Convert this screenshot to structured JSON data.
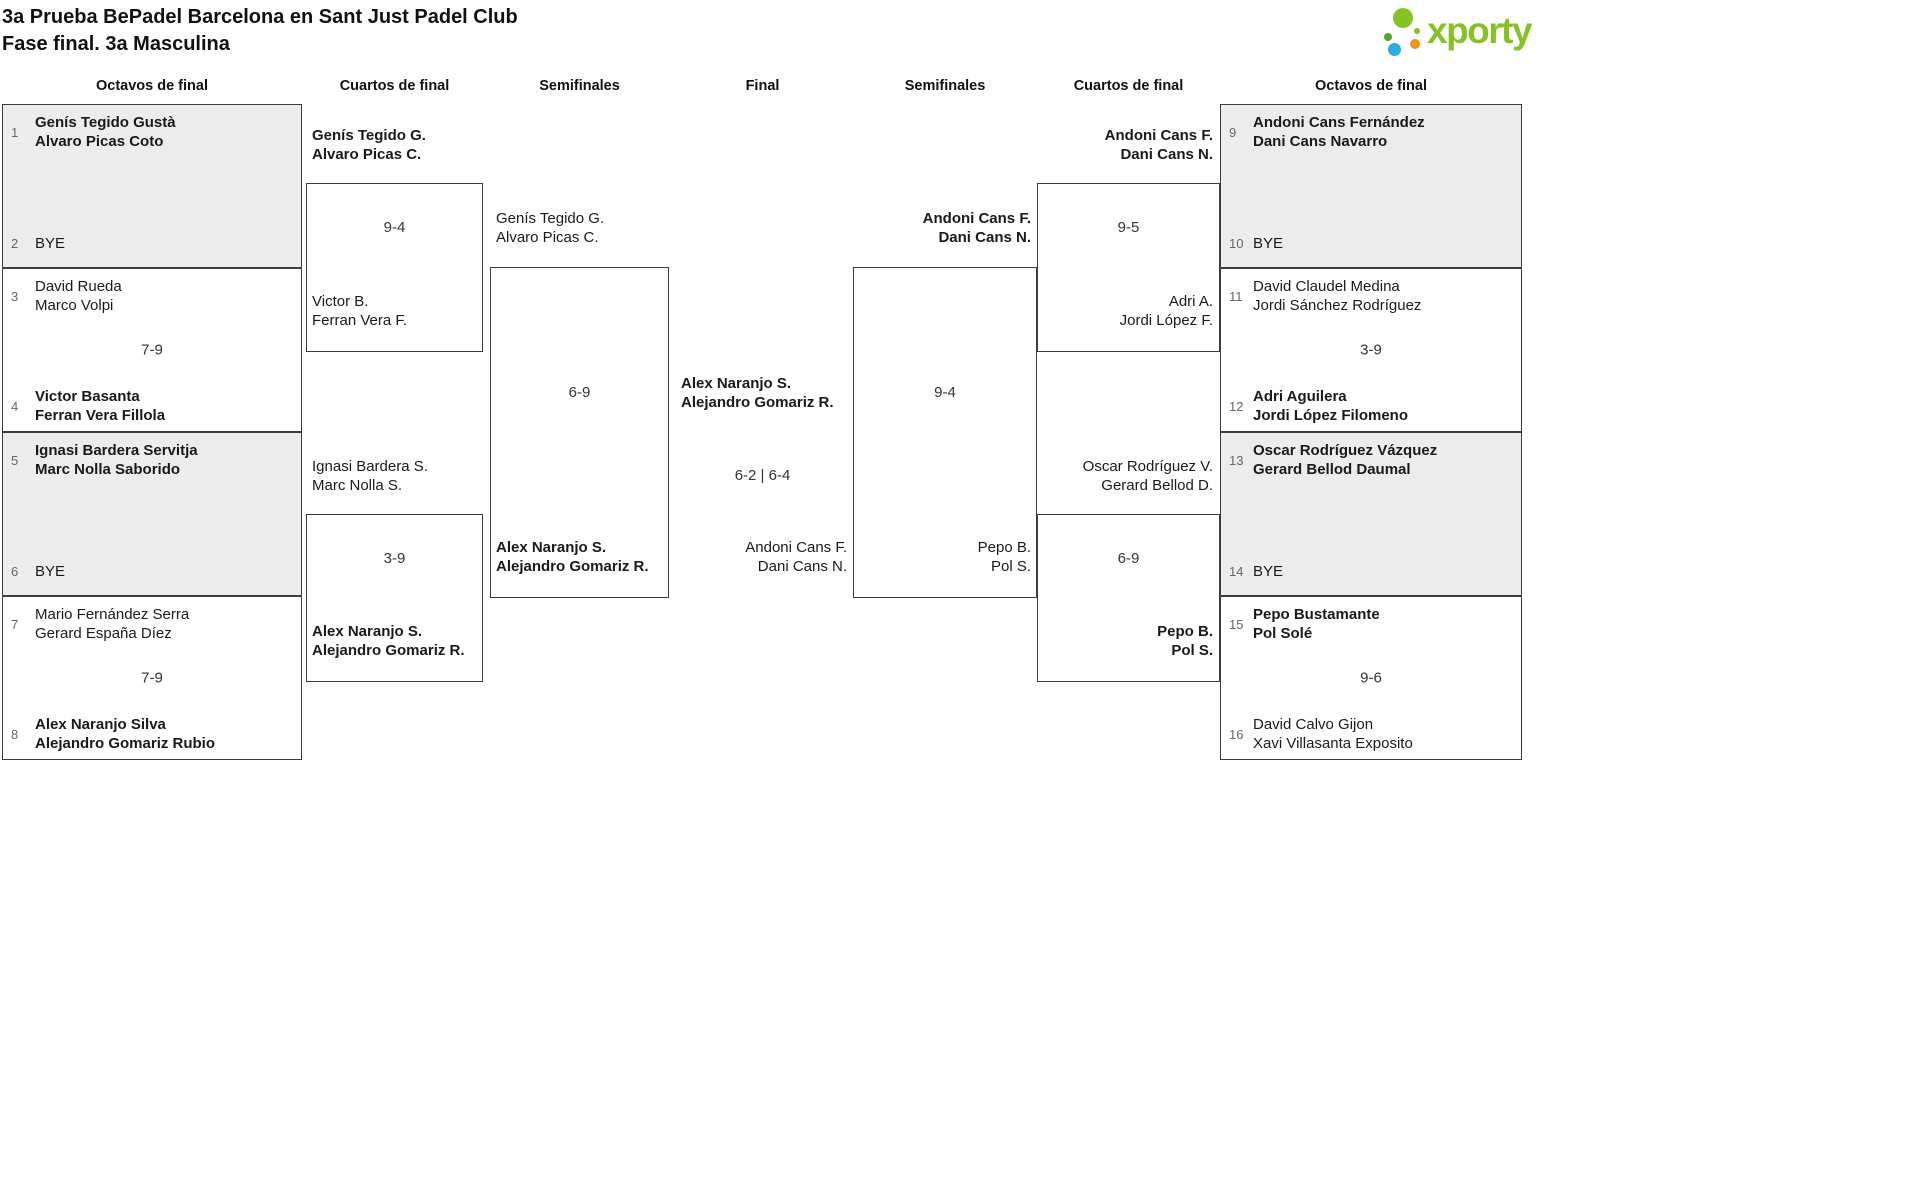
{
  "header": {
    "title_line1": "3a Prueba BePadel Barcelona en Sant Just Padel Club",
    "title_line2": "Fase final. 3a Masculina",
    "logo_text": "xporty"
  },
  "colors": {
    "bye_bg": "#ececec",
    "line": "#3c3c3c",
    "text": "#1a1a1a",
    "seed": "#666666",
    "logo_green": "#85c226",
    "logo_dark_green": "#55a326",
    "logo_blue": "#2aabe2",
    "logo_orange": "#f0931e"
  },
  "round_headers": [
    "Octavos de final",
    "Cuartos de final",
    "Semifinales",
    "Final",
    "Semifinales",
    "Cuartos de final",
    "Octavos de final"
  ],
  "octavos_left": [
    {
      "seed_a": "1",
      "team_a1": "Genís Tegido Gustà",
      "team_a2": "Alvaro Picas Coto",
      "score": "",
      "seed_b": "2",
      "team_b1": "BYE"
    },
    {
      "seed_a": "3",
      "team_a1": "David Rueda",
      "team_a2": "Marco Volpi",
      "score": "7-9",
      "seed_b": "4",
      "team_b1": "Victor Basanta",
      "team_b2": "Ferran Vera Fillola"
    },
    {
      "seed_a": "5",
      "team_a1": "Ignasi Bardera Servitja",
      "team_a2": "Marc Nolla Saborido",
      "score": "",
      "seed_b": "6",
      "team_b1": "BYE"
    },
    {
      "seed_a": "7",
      "team_a1": "Mario Fernández Serra",
      "team_a2": "Gerard España Díez",
      "score": "7-9",
      "seed_b": "8",
      "team_b1": "Alex Naranjo Silva",
      "team_b2": "Alejandro Gomariz Rubio"
    }
  ],
  "cuartos_left": [
    {
      "team_a1": "Genís Tegido G.",
      "team_a2": "Alvaro Picas C.",
      "score": "9-4",
      "team_b1": "Victor B.",
      "team_b2": "Ferran Vera F."
    },
    {
      "team_a1": "Ignasi Bardera S.",
      "team_a2": "Marc Nolla S.",
      "score": "3-9",
      "team_b1": "Alex Naranjo S.",
      "team_b2": "Alejandro Gomariz R."
    }
  ],
  "semifinal_left": {
    "team_a1": "Genís Tegido G.",
    "team_a2": "Alvaro Picas C.",
    "score": "6-9",
    "team_b1": "Alex Naranjo S.",
    "team_b2": "Alejandro Gomariz R."
  },
  "final": {
    "winner1": "Alex Naranjo S.",
    "winner2": "Alejandro Gomariz R.",
    "score": "6-2 | 6-4",
    "runnerup1": "Andoni Cans F.",
    "runnerup2": "Dani Cans N."
  },
  "semifinal_right": {
    "team_a1": "Andoni Cans F.",
    "team_a2": "Dani Cans N.",
    "score": "9-4",
    "team_b1": "Pepo B.",
    "team_b2": "Pol S."
  },
  "cuartos_right": [
    {
      "team_a1": "Andoni Cans F.",
      "team_a2": "Dani Cans N.",
      "score": "9-5",
      "team_b1": "Adri A.",
      "team_b2": "Jordi López F."
    },
    {
      "team_a1": "Oscar Rodríguez V.",
      "team_a2": "Gerard Bellod D.",
      "score": "6-9",
      "team_b1": "Pepo B.",
      "team_b2": "Pol S."
    }
  ],
  "octavos_right": [
    {
      "seed_a": "9",
      "team_a1": "Andoni Cans Fernández",
      "team_a2": "Dani Cans Navarro",
      "score": "",
      "seed_b": "10",
      "team_b1": "BYE"
    },
    {
      "seed_a": "11",
      "team_a1": "David Claudel Medina",
      "team_a2": "Jordi Sánchez Rodríguez",
      "score": "3-9",
      "seed_b": "12",
      "team_b1": "Adri Aguilera",
      "team_b2": "Jordi López Filomeno"
    },
    {
      "seed_a": "13",
      "team_a1": "Oscar Rodríguez Vázquez",
      "team_a2": "Gerard Bellod Daumal",
      "score": "",
      "seed_b": "14",
      "team_b1": "BYE"
    },
    {
      "seed_a": "15",
      "team_a1": "Pepo Bustamante",
      "team_a2": "Pol Solé",
      "score": "9-6",
      "seed_b": "16",
      "team_b1": "David Calvo Gijon",
      "team_b2": "Xavi Villasanta Exposito"
    }
  ]
}
